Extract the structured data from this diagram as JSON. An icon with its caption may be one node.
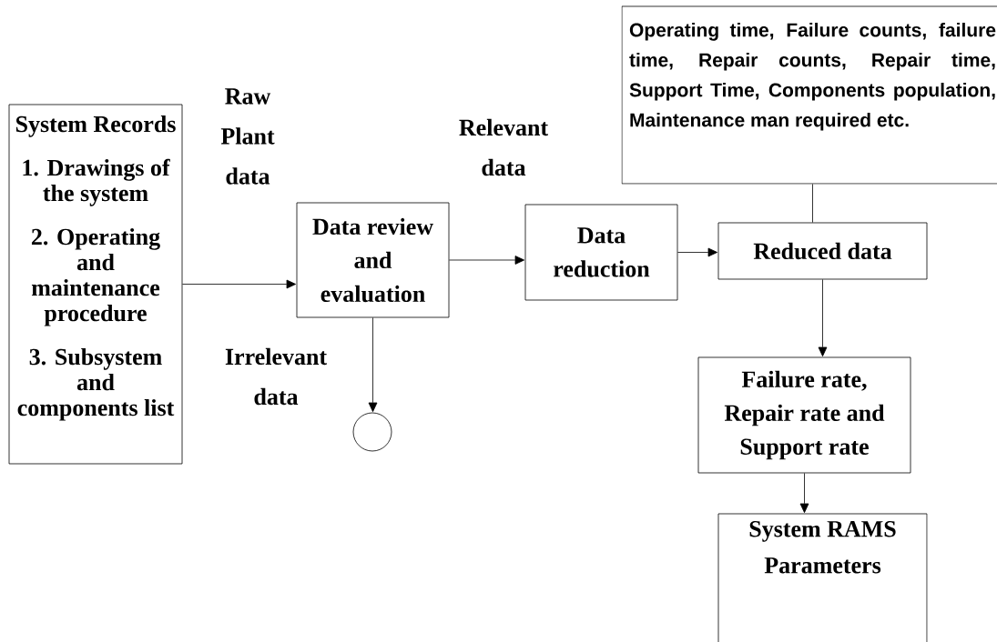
{
  "diagram": {
    "nodes": [
      {
        "text": [
          "System Records",
          "1. Drawings of the system",
          "2. Operating and maintenance procedure",
          "3. Subsystem and components list"
        ]
      },
      {
        "text": [
          "Data review and evaluation"
        ]
      },
      {
        "text": [
          "Data reduction"
        ]
      },
      {
        "text": [
          "Reduced data"
        ]
      },
      {
        "text": [
          "Operating time, Failure counts, failure time, Repair counts, Repair time, Support Time, Components population, Maintenance man required etc."
        ]
      },
      {
        "text": [
          "Failure rate, Repair rate and Support rate"
        ]
      },
      {
        "text": [
          "System RAMS Parameters"
        ]
      },
      {
        "text": [],
        "shape": "circle"
      }
    ],
    "edges": [
      {
        "from": 0,
        "to": 1,
        "arrow": "to"
      },
      {
        "from": 1,
        "to": 2,
        "arrow": "to"
      },
      {
        "from": 2,
        "to": 3,
        "arrow": "to"
      },
      {
        "from": 4,
        "to": 3,
        "arrow": "none"
      },
      {
        "from": 3,
        "to": 5,
        "arrow": "to"
      },
      {
        "from": 5,
        "to": 6,
        "arrow": "to"
      },
      {
        "from": 1,
        "to": 7,
        "arrow": "to"
      }
    ],
    "labels": [
      "Raw Plant data",
      "Relevant data",
      "Irrelevant data"
    ]
  }
}
